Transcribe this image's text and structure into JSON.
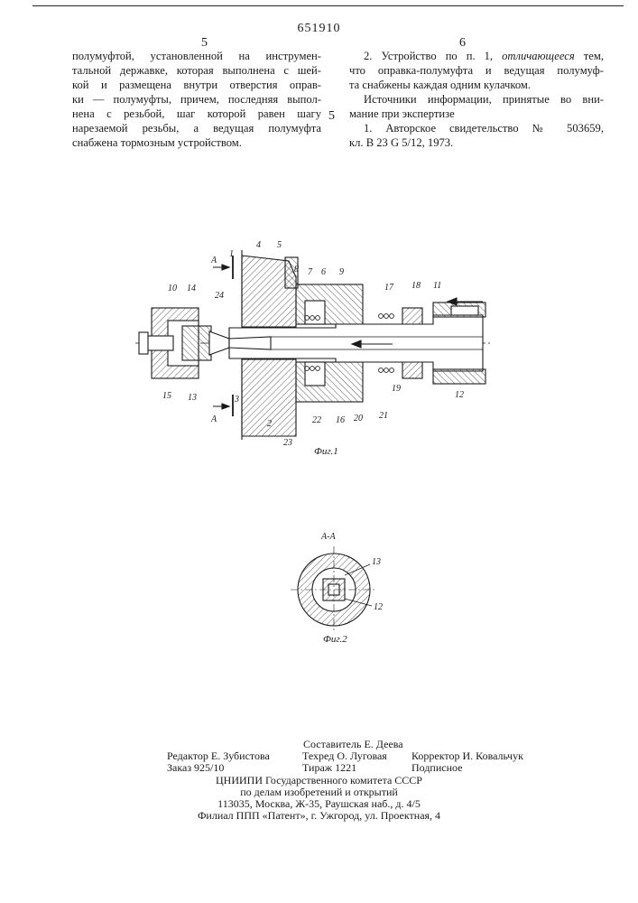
{
  "header": {
    "doc_number": "651910",
    "left_page": "5",
    "right_page": "6",
    "line_marker": "5"
  },
  "left_column": [
    "полумуфтой, установленной на инструмен-",
    "тальной державке, которая выполнена с шей-",
    "кой и размещена внутри отверстия оправ-",
    "ки — полумуфты, причем, последняя выпол-",
    "нена с резьбой, шаг которой равен шагу",
    "нарезаемой резьбы, а ведущая полумуфта",
    "снабжена тормозным устройством."
  ],
  "right_column": {
    "claim2_lead": "2. Устройство по п. 1,",
    "claim2_em": "отличающееся",
    "claim2_tail": "тем,",
    "claim2_lines": [
      "что оправка-полумуфта и ведущая полумуф-",
      "та снабжены каждая одним кулачком."
    ],
    "sources_lines": [
      "Источники информации, принятые во вни-",
      "мание при экспертизе"
    ],
    "ref_lines": [
      "1. Авторское свидетельство № 503659,",
      "кл. В 23 G 5/12, 1973."
    ]
  },
  "figure1": {
    "caption": "Фиг.1",
    "section_label": "А",
    "labels": [
      "1",
      "2",
      "3",
      "4",
      "5",
      "6",
      "7",
      "8",
      "9",
      "10",
      "11",
      "12",
      "13",
      "14",
      "15",
      "16",
      "17",
      "18",
      "19",
      "20",
      "21",
      "22",
      "23",
      "24"
    ]
  },
  "figure2": {
    "caption": "Фиг.2",
    "section_title": "А-А",
    "labels": [
      "13",
      "12"
    ]
  },
  "imprint": {
    "compiler": "Составитель Е. Деева",
    "editor": "Редактор Е. Зубистова",
    "techred": "Техред О. Луговая",
    "corrector": "Корректор И. Ковальчук",
    "order": "Заказ 925/10",
    "circulation": "Тираж 1221",
    "subscription": "Подписное",
    "institute": "ЦНИИПИ Государственного комитета СССР",
    "committee": "по делам изобретений и открытий",
    "address": "113035, Москва, Ж-35, Раушская наб., д. 4/5",
    "branch": "Филиал ППП «Патент», г. Ужгород, ул. Проектная, 4"
  }
}
